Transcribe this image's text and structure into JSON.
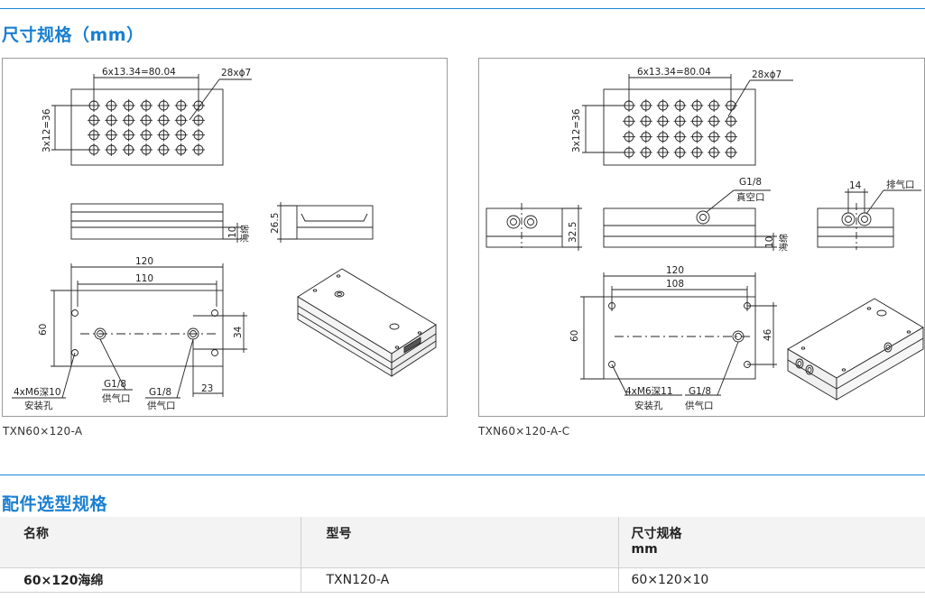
{
  "section1": {
    "title": "尺寸规格（mm）"
  },
  "drawingA": {
    "caption": "TXN60×120-A",
    "pitch_label": "6x13.34=80.04",
    "holes_label": "28xϕ7",
    "row_pitch_label": "3x12=36",
    "thickness_label": "26.5",
    "sponge_thk": "10",
    "sponge_label": "海绵",
    "width_label": "120",
    "mount_span_label": "110",
    "height_label": "60",
    "port_span_label": "34",
    "port_offset_label": "23",
    "mount_holes_label": "4xM6深10",
    "mount_holes_sub": "安装孔",
    "port1_label": "G1/8",
    "port1_sub": "供气口",
    "port2_label": "G1/8",
    "port2_sub": "供气口"
  },
  "drawingB": {
    "caption": "TXN60×120-A-C",
    "pitch_label": "6x13.34=80.04",
    "holes_label": "28xϕ7",
    "row_pitch_label": "3x12=36",
    "vac_port_label": "G1/8",
    "vac_port_sub": "真空口",
    "exhaust_span_label": "14",
    "exhaust_label": "排气口",
    "thickness_label": "32.5",
    "sponge_thk": "10",
    "sponge_label": "海绵",
    "width_label": "120",
    "mount_span_label": "108",
    "height_label": "60",
    "port_span_label": "46",
    "mount_holes_label": "4xM6深11",
    "mount_holes_sub": "安装孔",
    "port_label": "G1/8",
    "port_sub": "供气口"
  },
  "section2": {
    "title": "配件选型规格"
  },
  "table": {
    "headers": {
      "name": "名称",
      "model": "型号",
      "size_l1": "尺寸规格",
      "size_l2": "mm"
    },
    "rows": [
      {
        "name": "60×120海绵",
        "model": "TXN120-A",
        "size": "60×120×10"
      }
    ]
  },
  "colors": {
    "accent": "#1a7fd1",
    "rule": "#1f86d6",
    "line": "#222222",
    "panel_border": "#9a9a9a"
  }
}
